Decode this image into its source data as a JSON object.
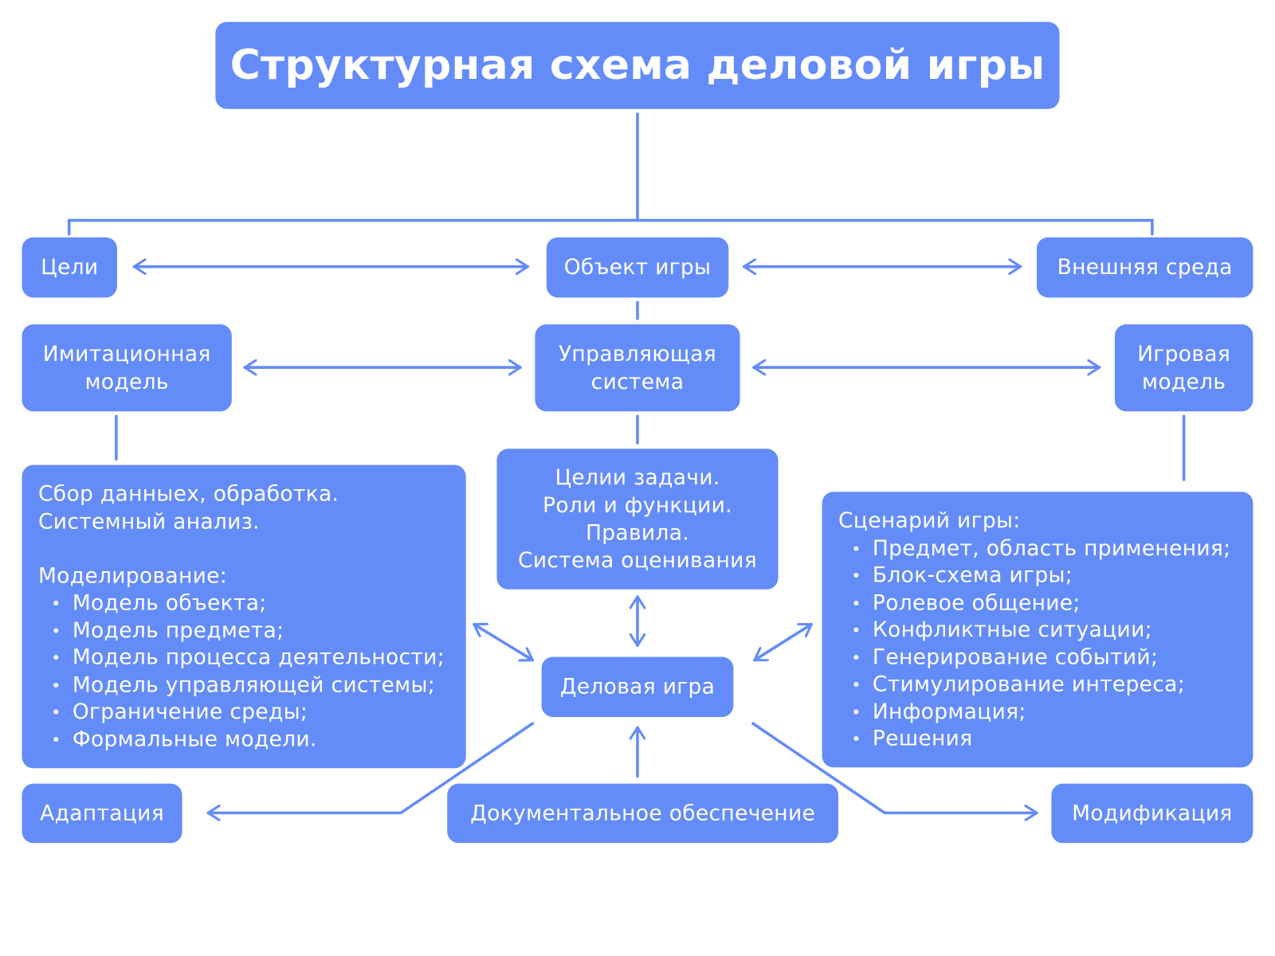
{
  "title": "Структурная схема деловой игры",
  "nodes": {
    "goals": "Цели",
    "game_object": "Объект игры",
    "external_env": "Внешняя среда",
    "simulation_model": "Имитационная\nмодель",
    "control_system": "Управляющая\nсистема",
    "game_model": "Игровая\nмодель",
    "tasks_roles": "Целии задачи.\nРоли и функции.\nПравила.\nСистема оценивания",
    "business_game": "Деловая игра",
    "adaptation": "Адаптация",
    "documentation": "Документальное обеспечение",
    "modification": "Модификация"
  },
  "left_panel": {
    "lines": [
      "Сбор данныех, обработка.",
      "Системный анализ.",
      "",
      "Моделирование:"
    ],
    "bullets": [
      "Модель объекта;",
      "Модель предмета;",
      "Модель процесса деятельности;",
      "Модель управляющей системы;",
      "Ограничение среды;",
      "Формальные модели."
    ]
  },
  "right_panel": {
    "heading": "Сценарий игры:",
    "bullets": [
      "Предмет, область применения;",
      "Блок-схема игры;",
      "Ролевое общение;",
      "Конфликтные ситуации;",
      "Генерирование событий;",
      "Стимулирование интереса;",
      "Информация;",
      "Решения"
    ]
  },
  "colors": {
    "box": "#648cf8",
    "line": "#648cf8",
    "text": "#ffffff",
    "background": "#ffffff"
  }
}
